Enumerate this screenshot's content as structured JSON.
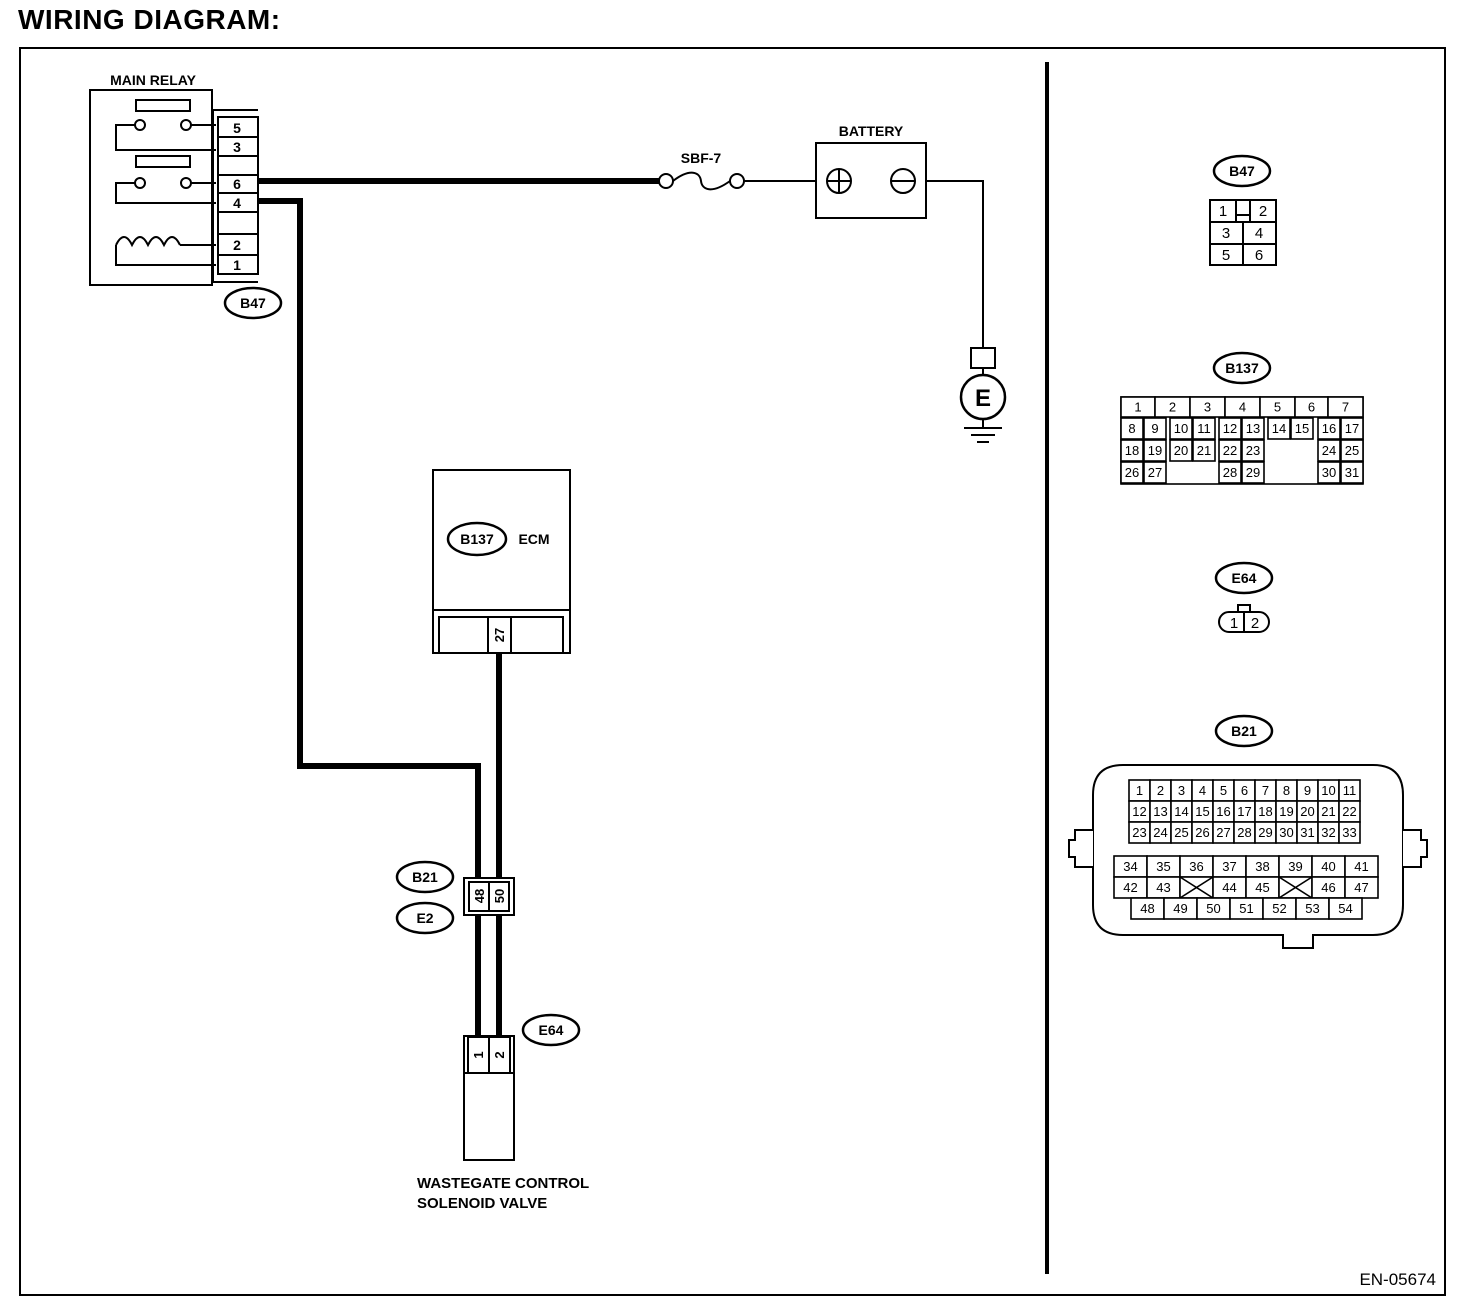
{
  "title": "WIRING DIAGRAM:",
  "doc_code": "EN-05674",
  "components": {
    "main_relay": {
      "label": "MAIN RELAY",
      "connector": "B47",
      "pins": [
        "5",
        "3",
        "6",
        "4",
        "2",
        "1"
      ]
    },
    "fuse": {
      "label": "SBF-7"
    },
    "battery": {
      "label": "BATTERY"
    },
    "ground": {
      "label": "E"
    },
    "ecm": {
      "label": "ECM",
      "connector": "B137",
      "pin": "27"
    },
    "joint_connector": {
      "tags": [
        "B21",
        "E2"
      ],
      "pins": [
        "48",
        "50"
      ]
    },
    "solenoid": {
      "connector": "E64",
      "pins": [
        "1",
        "2"
      ],
      "label_line1": "WASTEGATE CONTROL",
      "label_line2": "SOLENOID VALVE"
    }
  },
  "connector_views": {
    "b47": {
      "name": "B47",
      "pins": [
        "1",
        "2",
        "3",
        "4",
        "5",
        "6"
      ]
    },
    "b137": {
      "name": "B137",
      "pins": [
        "1",
        "2",
        "3",
        "4",
        "5",
        "6",
        "7",
        "8",
        "9",
        "10",
        "11",
        "12",
        "13",
        "14",
        "15",
        "16",
        "17",
        "18",
        "19",
        "20",
        "21",
        "22",
        "23",
        "24",
        "25",
        "26",
        "27",
        "28",
        "29",
        "30",
        "31"
      ]
    },
    "e64": {
      "name": "E64",
      "pins": [
        "1",
        "2"
      ]
    },
    "b21": {
      "name": "B21",
      "pins": [
        "1",
        "2",
        "3",
        "4",
        "5",
        "6",
        "7",
        "8",
        "9",
        "10",
        "11",
        "12",
        "13",
        "14",
        "15",
        "16",
        "17",
        "18",
        "19",
        "20",
        "21",
        "22",
        "23",
        "24",
        "25",
        "26",
        "27",
        "28",
        "29",
        "30",
        "31",
        "32",
        "33",
        "34",
        "35",
        "36",
        "37",
        "38",
        "39",
        "40",
        "41",
        "42",
        "43",
        "44",
        "45",
        "46",
        "47",
        "48",
        "49",
        "50",
        "51",
        "52",
        "53",
        "54"
      ]
    }
  }
}
